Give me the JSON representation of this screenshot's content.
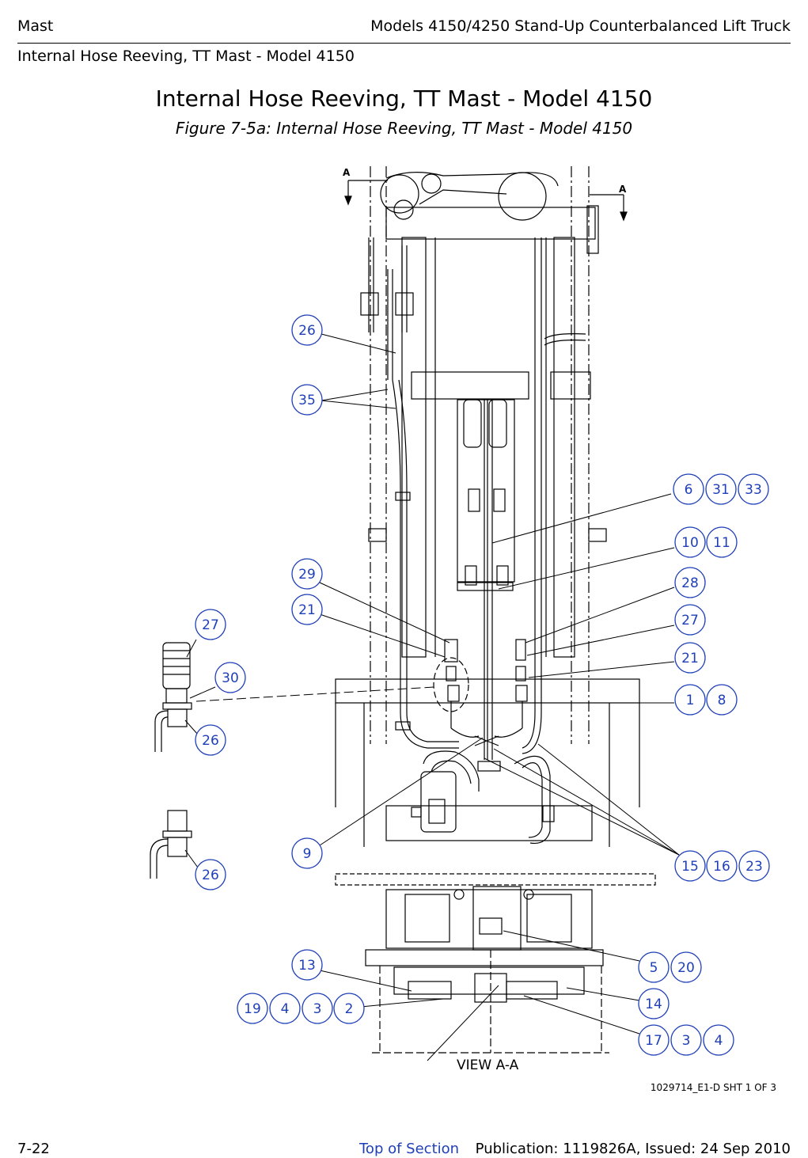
{
  "header": {
    "section": "Mast",
    "document": "Models 4150/4250 Stand-Up Counterbalanced Lift Truck",
    "subsection": "Internal Hose Reeving, TT Mast - Model 4150"
  },
  "page_title": "Internal Hose Reeving, TT Mast - Model 4150",
  "figure_caption": "Figure 7-5a:  Internal Hose Reeving, TT Mast - Model 4150",
  "diagram": {
    "section_marker": "A",
    "view_label": "VIEW A-A",
    "drawing_number": "1029714_E1-D SHT 1 OF 3",
    "callouts": [
      "26",
      "35",
      "6",
      "31",
      "33",
      "10",
      "11",
      "29",
      "21",
      "28",
      "27",
      "27",
      "30",
      "21",
      "1",
      "8",
      "26",
      "26",
      "9",
      "15",
      "16",
      "23",
      "13",
      "5",
      "20",
      "14",
      "19",
      "4",
      "3",
      "2",
      "17",
      "3",
      "4"
    ]
  },
  "footer": {
    "page_number": "7-22",
    "link": "Top of Section",
    "publication": "Publication: 1119826A, Issued: 24 Sep 2010"
  },
  "colors": {
    "callout": "#1f3fb8",
    "link": "#1f3fb8",
    "line": "#000000"
  }
}
